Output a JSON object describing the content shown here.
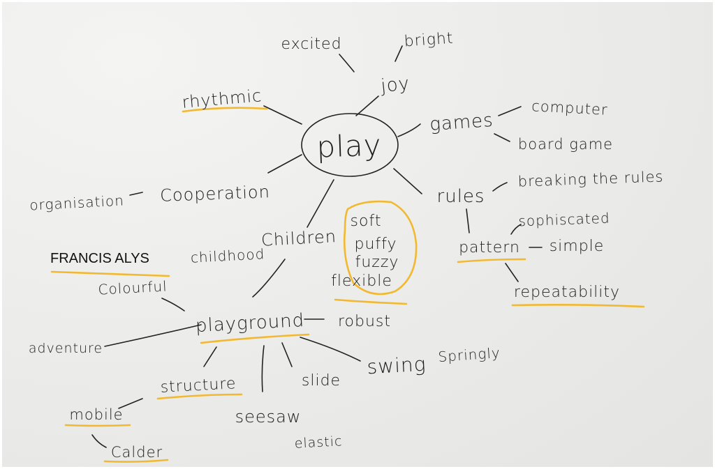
{
  "center": "play",
  "words": {
    "excited": "excited",
    "bright": "bright",
    "joy": "joy",
    "rhythmic": "rhythmic",
    "games": "games",
    "computer": "computer",
    "board_game": "board game",
    "rules": "rules",
    "breaking_the_rules": "breaking the rules",
    "organisation": "organisation",
    "cooperation": "Cooperation",
    "soft": "soft",
    "puffy": "puffy",
    "fuzzy": "fuzzy",
    "flexible": "flexible",
    "children": "Children",
    "childhood": "childhood",
    "sophiscated": "sophiscated",
    "pattern": "pattern",
    "simple": "simple",
    "francis_alys": "FRANCIS ALYS",
    "colourful": "Colourful",
    "repeatability": "repeatability",
    "playground": "playground",
    "robust": "robust",
    "adventure": "adventure",
    "springly": "Springly",
    "swing": "swing",
    "structure": "structure",
    "slide": "slide",
    "mobile": "mobile",
    "seesaw": "seesaw",
    "elastic": "elastic",
    "calder": "Calder"
  },
  "colors": {
    "paper": "#ebebe9",
    "ink": "#222222",
    "highlight": "#f2b830"
  }
}
